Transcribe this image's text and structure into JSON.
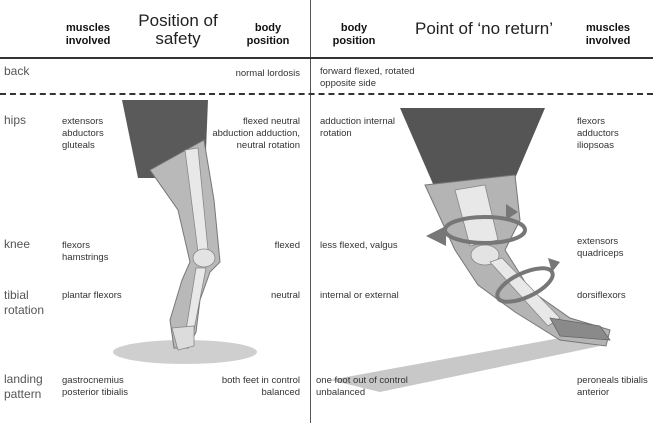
{
  "headers": {
    "left_muscles": "muscles involved",
    "left_title": "Position of safety",
    "left_body": "body position",
    "right_body": "body position",
    "right_title": "Point of ‘no return’",
    "right_muscles": "muscles involved"
  },
  "rows": {
    "back": {
      "label": "back",
      "safe_body": "normal lordosis",
      "risk_body": "forward flexed, rotated opposite side"
    },
    "hips": {
      "label": "hips",
      "safe_muscles": "extensors abductors gluteals",
      "safe_body": "flexed neutral abduction adduction, neutral rotation",
      "risk_body": "adduction internal rotation",
      "risk_muscles": "flexors adductors iliopsoas"
    },
    "knee": {
      "label": "knee",
      "safe_muscles": "flexors hamstrings",
      "safe_body": "flexed",
      "risk_body": "less flexed, valgus",
      "risk_muscles": "extensors quadriceps"
    },
    "tibial": {
      "label": "tibial rotation",
      "safe_muscles": "plantar flexors",
      "safe_body": "neutral",
      "risk_body": "internal or external",
      "risk_muscles": "dorsiflexors"
    },
    "landing": {
      "label": "landing pattern",
      "safe_muscles": "gastrocnemius posterior tibialis",
      "safe_body": "both feet in control balanced",
      "risk_body": "one foot out of control unbalanced",
      "risk_muscles": "peroneals tibialis anterior"
    }
  }
}
